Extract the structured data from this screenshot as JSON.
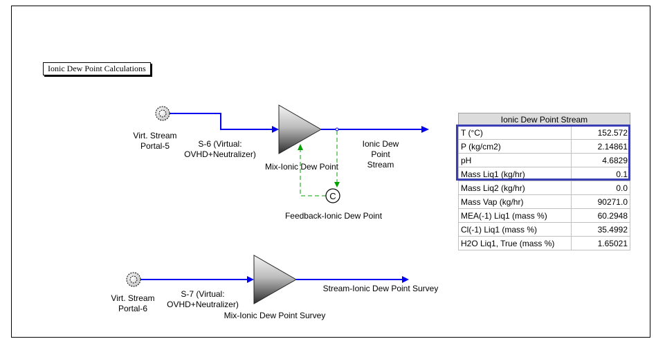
{
  "diagram_title": "Ionic Dew Point Calculations",
  "labels": {
    "portal5": [
      "Virt. Stream",
      "Portal-5"
    ],
    "s6": [
      "S-6 (Virtual:",
      "OVHD+Neutralizer)"
    ],
    "mixer1": "Mix-Ionic Dew Point",
    "out1": [
      "Ionic Dew",
      "Point",
      "Stream"
    ],
    "controller_letter": "C",
    "controller": "Feedback-Ionic Dew Point",
    "portal6": [
      "Virt. Stream",
      "Portal-6"
    ],
    "s7": [
      "S-7 (Virtual:",
      "OVHD+Neutralizer)"
    ],
    "mixer2": "Mix-Ionic Dew Point Survey",
    "out2": "Stream-Ionic Dew Point Survey"
  },
  "table": {
    "title": "Ionic Dew Point Stream",
    "rows": [
      {
        "label": "T (°C)",
        "value": "152.572"
      },
      {
        "label": "P (kg/cm2)",
        "value": "2.14861"
      },
      {
        "label": "pH",
        "value": "4.6829"
      },
      {
        "label": "Mass Liq1 (kg/hr)",
        "value": "0.1"
      },
      {
        "label": "Mass Liq2 (kg/hr)",
        "value": "0.0"
      },
      {
        "label": "Mass Vap (kg/hr)",
        "value": "90271.0"
      },
      {
        "label": "MEA(-1) Liq1 (mass %)",
        "value": "60.2948"
      },
      {
        "label": "Cl(-1) Liq1 (mass %)",
        "value": "35.4992"
      },
      {
        "label": "H2O Liq1, True (mass %)",
        "value": "1.65021"
      }
    ]
  },
  "colors": {
    "stream": "#0000ee",
    "signal": "#00a000",
    "highlight": "#3a3fb5"
  }
}
